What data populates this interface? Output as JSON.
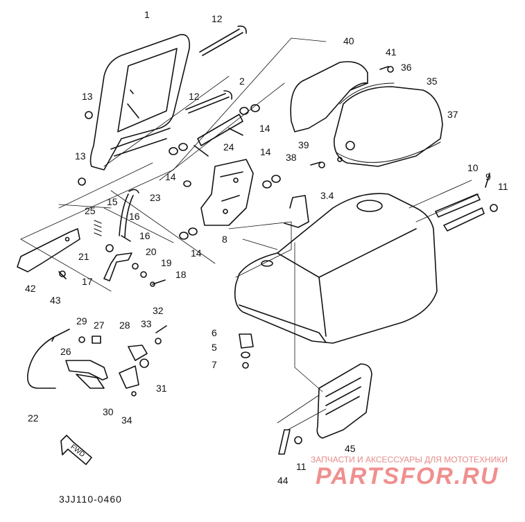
{
  "diagram": {
    "part_labels": [
      "1",
      "12",
      "12",
      "13",
      "13",
      "2",
      "14",
      "14",
      "14",
      "14",
      "24",
      "23",
      "15",
      "16",
      "16",
      "25",
      "21",
      "20",
      "19",
      "18",
      "17",
      "42",
      "43",
      "40",
      "41",
      "36",
      "35",
      "37",
      "39",
      "38",
      "10",
      "9",
      "11",
      "3.4",
      "8",
      "6",
      "5",
      "7",
      "45",
      "44",
      "11",
      "29",
      "27",
      "28",
      "33",
      "32",
      "26",
      "31",
      "30",
      "34",
      "22"
    ],
    "drawing_code": "3JJ110-0460",
    "fwd_label": "FWD"
  },
  "watermark": {
    "caption": "ЗАПЧАСТИ И АКСЕССУАРЫ ДЛЯ МОТОТЕХНИКИ",
    "logo": "PARTSFOR.RU"
  },
  "colors": {
    "line": "#111111",
    "watermark": "#f08f8f"
  }
}
